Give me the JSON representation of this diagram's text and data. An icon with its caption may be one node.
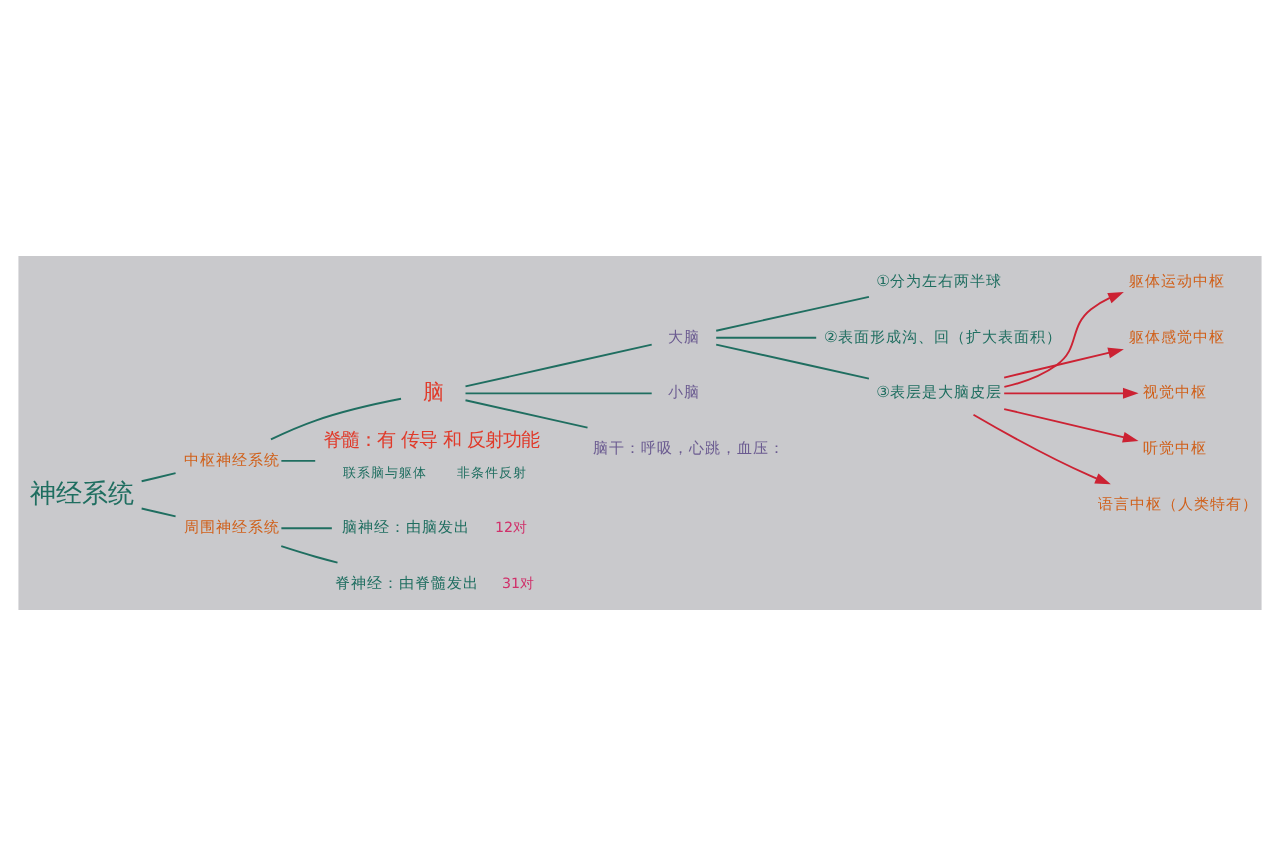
{
  "diagram": {
    "nodes": [
      {
        "text": [
          "神经系统"
        ]
      },
      {
        "text": [
          "中枢神经系统"
        ]
      },
      {
        "text": [
          "周围神经系统"
        ]
      },
      {
        "text": [
          "脑"
        ]
      },
      {
        "text": [
          "脊髓：有 传导 和 反射功能"
        ],
        "beside": [
          "联系脑与躯体",
          "非条件反射"
        ]
      },
      {
        "text": [
          "大脑"
        ]
      },
      {
        "text": [
          "小脑"
        ]
      },
      {
        "text": [
          "脑干：呼吸，心跳，血压："
        ]
      },
      {
        "text": [
          "①分为左右两半球"
        ]
      },
      {
        "text": [
          "②表面形成沟、回（扩大表面积）"
        ]
      },
      {
        "text": [
          "③表层是大脑皮层"
        ]
      },
      {
        "text": [
          "躯体运动中枢"
        ]
      },
      {
        "text": [
          "躯体感觉中枢"
        ]
      },
      {
        "text": [
          "视觉中枢"
        ]
      },
      {
        "text": [
          "听觉中枢"
        ]
      },
      {
        "text": [
          "语言中枢（人类特有）"
        ]
      },
      {
        "text": [
          "脑神经：由脑发出"
        ],
        "beside": [
          "12对"
        ]
      },
      {
        "text": [
          "脊神经：由脊髓发出"
        ],
        "beside": [
          "31对"
        ]
      }
    ],
    "edges": [
      {
        "from": 0,
        "to": 1,
        "arrow": "none"
      },
      {
        "from": 0,
        "to": 2,
        "arrow": "none"
      },
      {
        "from": 1,
        "to": 3,
        "arrow": "none"
      },
      {
        "from": 1,
        "to": 4,
        "arrow": "none"
      },
      {
        "from": 3,
        "to": 5,
        "arrow": "none"
      },
      {
        "from": 3,
        "to": 6,
        "arrow": "none"
      },
      {
        "from": 3,
        "to": 7,
        "arrow": "none"
      },
      {
        "from": 5,
        "to": 8,
        "arrow": "none"
      },
      {
        "from": 5,
        "to": 9,
        "arrow": "none"
      },
      {
        "from": 5,
        "to": 10,
        "arrow": "none"
      },
      {
        "from": 10,
        "to": 11,
        "arrow": "to",
        "color": "#cc2233"
      },
      {
        "from": 10,
        "to": 12,
        "arrow": "to",
        "color": "#cc2233"
      },
      {
        "from": 10,
        "to": 13,
        "arrow": "to",
        "color": "#cc2233"
      },
      {
        "from": 10,
        "to": 14,
        "arrow": "to",
        "color": "#cc2233"
      },
      {
        "from": 10,
        "to": 15,
        "arrow": "to",
        "color": "#cc2233"
      },
      {
        "from": 2,
        "to": 16,
        "arrow": "none"
      },
      {
        "from": 2,
        "to": 17,
        "arrow": "none"
      }
    ]
  }
}
